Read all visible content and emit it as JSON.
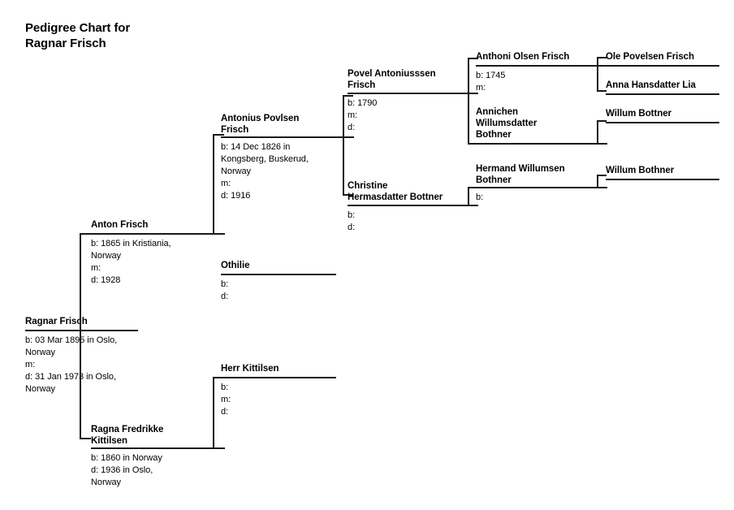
{
  "title": {
    "line1": "Pedigree Chart for",
    "line2": "Ragnar Frisch"
  },
  "colors": {
    "line": "#1a1a1a",
    "text": "#000000",
    "background": "#ffffff"
  },
  "people": {
    "root": {
      "name": "Ragnar Frisch",
      "birth": "b: 03 Mar 1895 in Oslo,",
      "birth2": "Norway",
      "marriage": "m:",
      "death": "d: 31 Jan 1973 in Oslo,",
      "death2": "Norway"
    },
    "father": {
      "name": "Anton Frisch",
      "birth": "b: 1865 in Kristiania,",
      "birth2": "Norway",
      "marriage": "m:",
      "death": "d: 1928"
    },
    "mother": {
      "name_line1": "Ragna Fredrikke",
      "name_line2": "Kittilsen",
      "birth": "b: 1860 in Norway",
      "death": "d: 1936 in Oslo,",
      "death2": "Norway"
    },
    "paternal_grandfather": {
      "name_line1": "Antonius Povlsen",
      "name_line2": "Frisch",
      "birth": "b: 14 Dec 1826 in",
      "birth2": "Kongsberg, Buskerud,",
      "birth3": "Norway",
      "marriage": "m:",
      "death": "d: 1916"
    },
    "paternal_grandmother": {
      "name": "Othilie",
      "birth": "b:",
      "death": "d:"
    },
    "maternal_grandfather": {
      "name": "Herr Kittilsen",
      "birth": "b:",
      "marriage": "m:",
      "death": "d:"
    },
    "pg_father": {
      "name_line1": "Povel Antoniusssen",
      "name_line2": "Frisch",
      "birth": "b: 1790",
      "marriage": "m:",
      "death": "d:"
    },
    "pg_mother": {
      "name_line1": "Christine",
      "name_line2": "Hermasdatter Bottner",
      "birth": "b:",
      "death": "d:"
    },
    "ggf_father": {
      "name": "Anthoni Olsen Frisch",
      "birth": "b: 1745",
      "marriage": "m:"
    },
    "ggf_mother": {
      "name_line1": "Annichen",
      "name_line2": "Willumsdatter",
      "name_line3": "Bothner"
    },
    "ggm_father": {
      "name_line1": "Hermand Willumsen",
      "name_line2": "Bothner",
      "birth": "b:"
    },
    "gggf_father": {
      "name": "Ole Povelsen Frisch"
    },
    "gggf_mother": {
      "name": "Anna Hansdatter Lia"
    },
    "gggm_father": {
      "name": "Willum Bottner"
    },
    "ggggm_father": {
      "name": "Willum Bothner"
    }
  }
}
